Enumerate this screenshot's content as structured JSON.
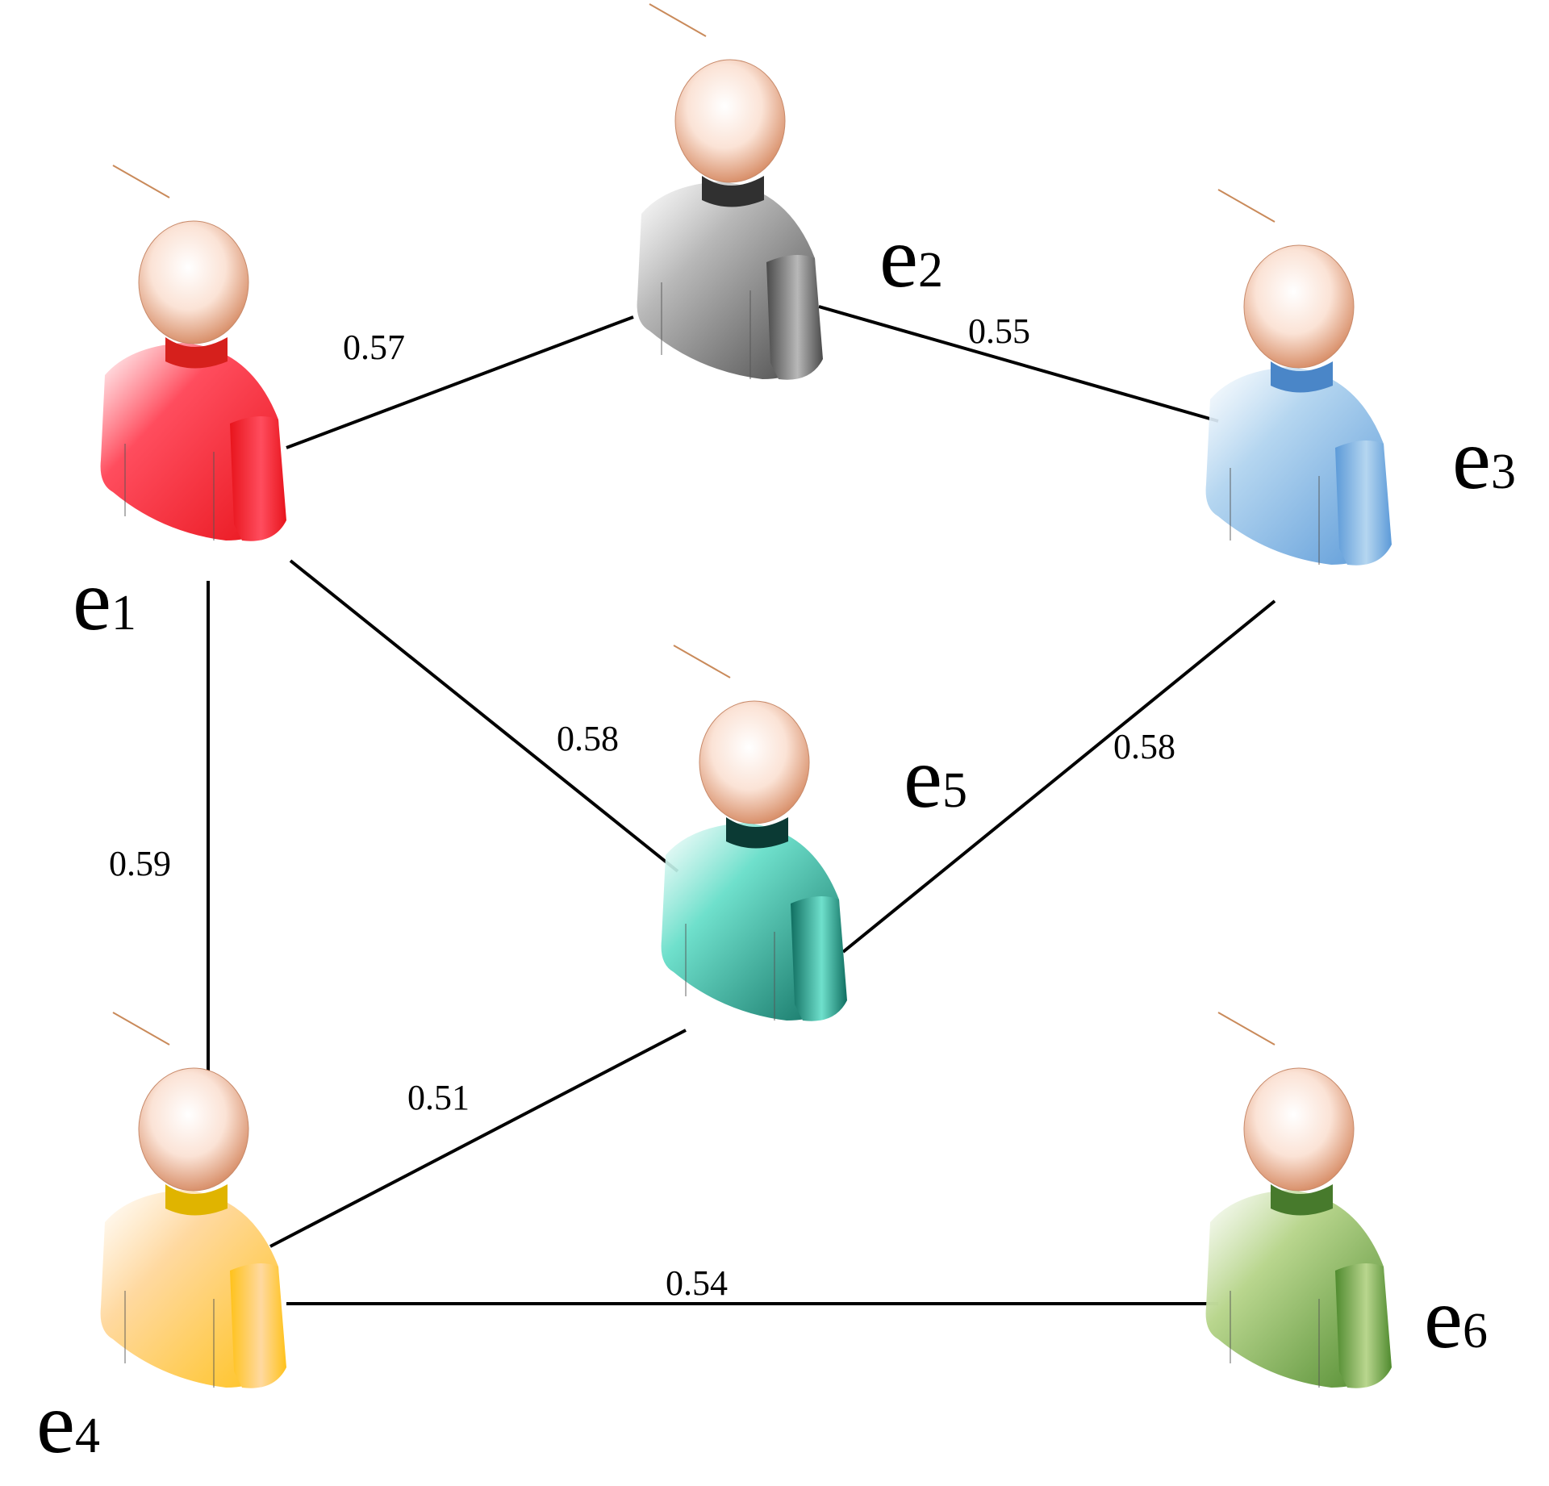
{
  "nodes": [
    {
      "id": "e1",
      "label": "e",
      "subscript": "1",
      "shirt_color": "#ff4d5e",
      "shirt_dark": "#e8141c",
      "collar_color": "#d6201c"
    },
    {
      "id": "e2",
      "label": "e",
      "subscript": "2",
      "shirt_color": "#b8b8b8",
      "shirt_dark": "#4a4a4a",
      "collar_color": "#303030"
    },
    {
      "id": "e3",
      "label": "e",
      "subscript": "3",
      "shirt_color": "#b5d6f0",
      "shirt_dark": "#5c9ad8",
      "collar_color": "#4a86c8"
    },
    {
      "id": "e4",
      "label": "e",
      "subscript": "4",
      "shirt_color": "#ffd9a0",
      "shirt_dark": "#ffc21a",
      "collar_color": "#e0b400"
    },
    {
      "id": "e5",
      "label": "e",
      "subscript": "5",
      "shirt_color": "#6fe0cc",
      "shirt_dark": "#0f6e60",
      "collar_color": "#0b3a34"
    },
    {
      "id": "e6",
      "label": "e",
      "subscript": "6",
      "shirt_color": "#b9d68e",
      "shirt_dark": "#4f8a2e",
      "collar_color": "#477a2c"
    }
  ],
  "edges": [
    {
      "from": "e1",
      "to": "e2",
      "weight": "0.57"
    },
    {
      "from": "e2",
      "to": "e3",
      "weight": "0.55"
    },
    {
      "from": "e1",
      "to": "e5",
      "weight": "0.58"
    },
    {
      "from": "e3",
      "to": "e5",
      "weight": "0.58"
    },
    {
      "from": "e1",
      "to": "e4",
      "weight": "0.59"
    },
    {
      "from": "e4",
      "to": "e5",
      "weight": "0.51"
    },
    {
      "from": "e4",
      "to": "e6",
      "weight": "0.54"
    }
  ]
}
